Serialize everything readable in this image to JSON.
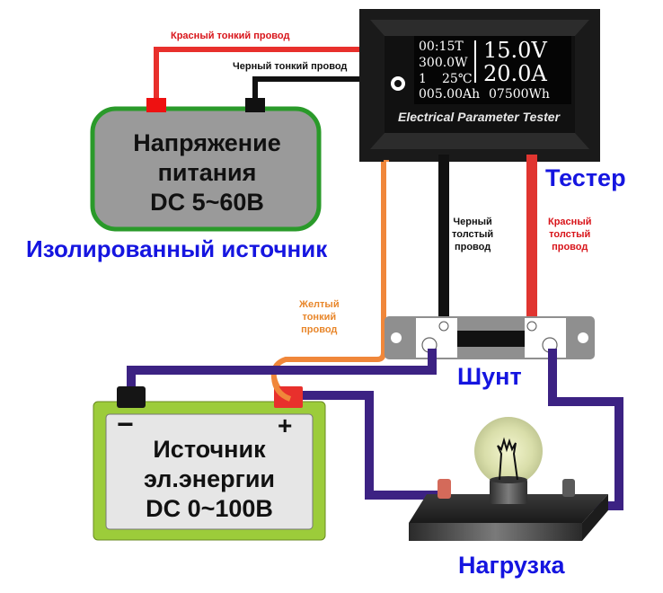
{
  "tester": {
    "caption": "Electrical Parameter Tester",
    "display": {
      "time": "00:15T",
      "power": "300.0W",
      "group": "1",
      "temperature": "25℃",
      "charge": "005.00Ah",
      "voltage": "15.0V",
      "current": "20.0A",
      "energy": "07500Wh"
    },
    "label": "Тестер"
  },
  "wire_labels": {
    "red_thin": "Красный тонкий провод",
    "black_thin": "Черный тонкий провод",
    "black_thick": [
      "Черный",
      "толстый",
      "провод"
    ],
    "red_thick": [
      "Красный",
      "толстый",
      "провод"
    ],
    "yellow_thin": [
      "Желтый",
      "тонкий",
      "провод"
    ]
  },
  "isolated_supply": {
    "lines": [
      "Напряжение",
      "питания",
      "DC 5~60В"
    ],
    "caption": "Изолированный источник"
  },
  "shunt": {
    "label": "Шунт"
  },
  "power_source": {
    "minus": "−",
    "plus": "+",
    "lines": [
      "Источник",
      "эл.энергии",
      "DC 0~100В"
    ]
  },
  "load": {
    "label": "Нагрузка"
  },
  "colors": {
    "red_wire": "#e8302c",
    "black_wire": "#111111",
    "yellow_wire": "#f0873a",
    "purple_wire": "#3c2283",
    "label_blue": "#1515e0",
    "label_red": "#d8141a",
    "supply_fill": "#9a9a9a",
    "supply_border": "#2a9a2a",
    "battery_green": "#9ccc3a",
    "battery_face": "#e6e6e6"
  }
}
